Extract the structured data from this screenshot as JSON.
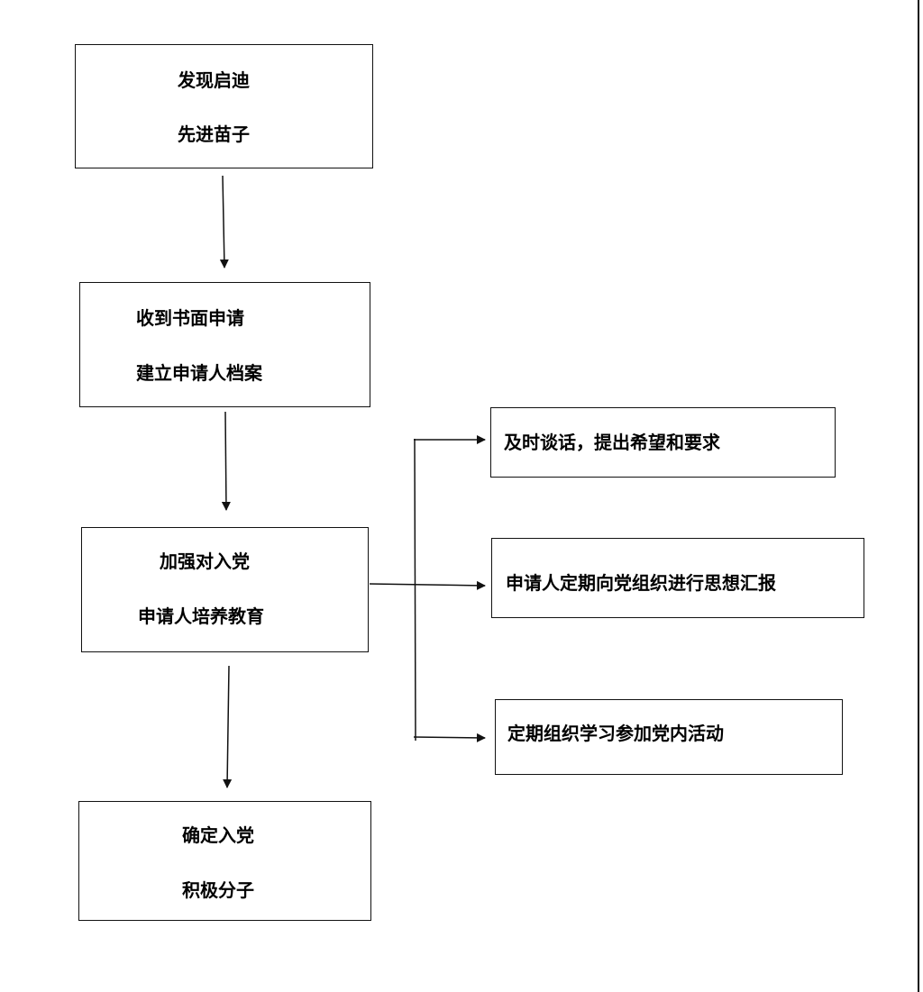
{
  "flowchart": {
    "main_steps": [
      {
        "lines": [
          "发现启迪",
          "先进苗子"
        ]
      },
      {
        "lines": [
          "收到书面申请",
          "建立申请人档案"
        ]
      },
      {
        "lines": [
          "加强对入党",
          "申请人培养教育"
        ]
      },
      {
        "lines": [
          "确定入党",
          "积极分子"
        ]
      }
    ],
    "branch_steps": [
      {
        "text": "及时谈话，提出希望和要求"
      },
      {
        "text": "申请人定期向党组织进行思想汇报"
      },
      {
        "text": "定期组织学习参加党内活动"
      }
    ]
  },
  "style": {
    "line_color": "#111111",
    "text_color": "#000000",
    "background": "#ffffff"
  }
}
